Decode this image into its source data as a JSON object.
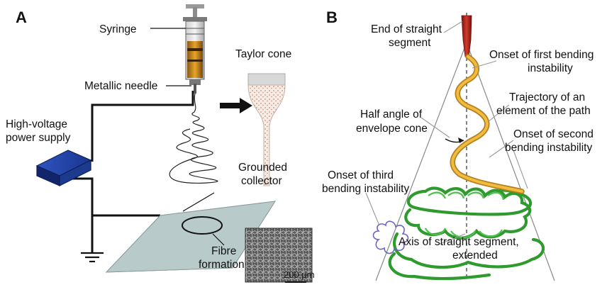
{
  "panel_a": {
    "letter": "A",
    "labels": {
      "syringe": "Syringe",
      "taylor_cone": "Taylor cone",
      "metallic_needle": "Metallic needle",
      "power_supply_line1": "High-voltage",
      "power_supply_line2": "power supply",
      "collector_line1": "Grounded",
      "collector_line2": "collector",
      "fibre_line1": "Fibre",
      "fibre_line2": "formation",
      "scale_bar": "200 μm"
    }
  },
  "panel_b": {
    "letter": "B",
    "labels": {
      "end_straight_line1": "End of straight",
      "end_straight_line2": "segment",
      "onset_first_line1": "Onset of first bending",
      "onset_first_line2": "instability",
      "trajectory_line1": "Trajectory of an",
      "trajectory_line2": "element of the path",
      "half_angle_line1": "Half angle of",
      "half_angle_line2": "envelope cone",
      "onset_second_line1": "Onset of second",
      "onset_second_line2": "bending instability",
      "onset_third_line1": "Onset of third",
      "onset_third_line2": "bending instability",
      "axis_line1": "Axis of straight segment,",
      "axis_line2": "extended"
    }
  },
  "colors": {
    "power_supply": "#1f3f9a",
    "collector": "#b7c9c9",
    "jet_tip": "#b0261e",
    "helix_first": "#e0a52a",
    "helix_second": "#3bb23b",
    "helix_third": "#7b74c8"
  }
}
